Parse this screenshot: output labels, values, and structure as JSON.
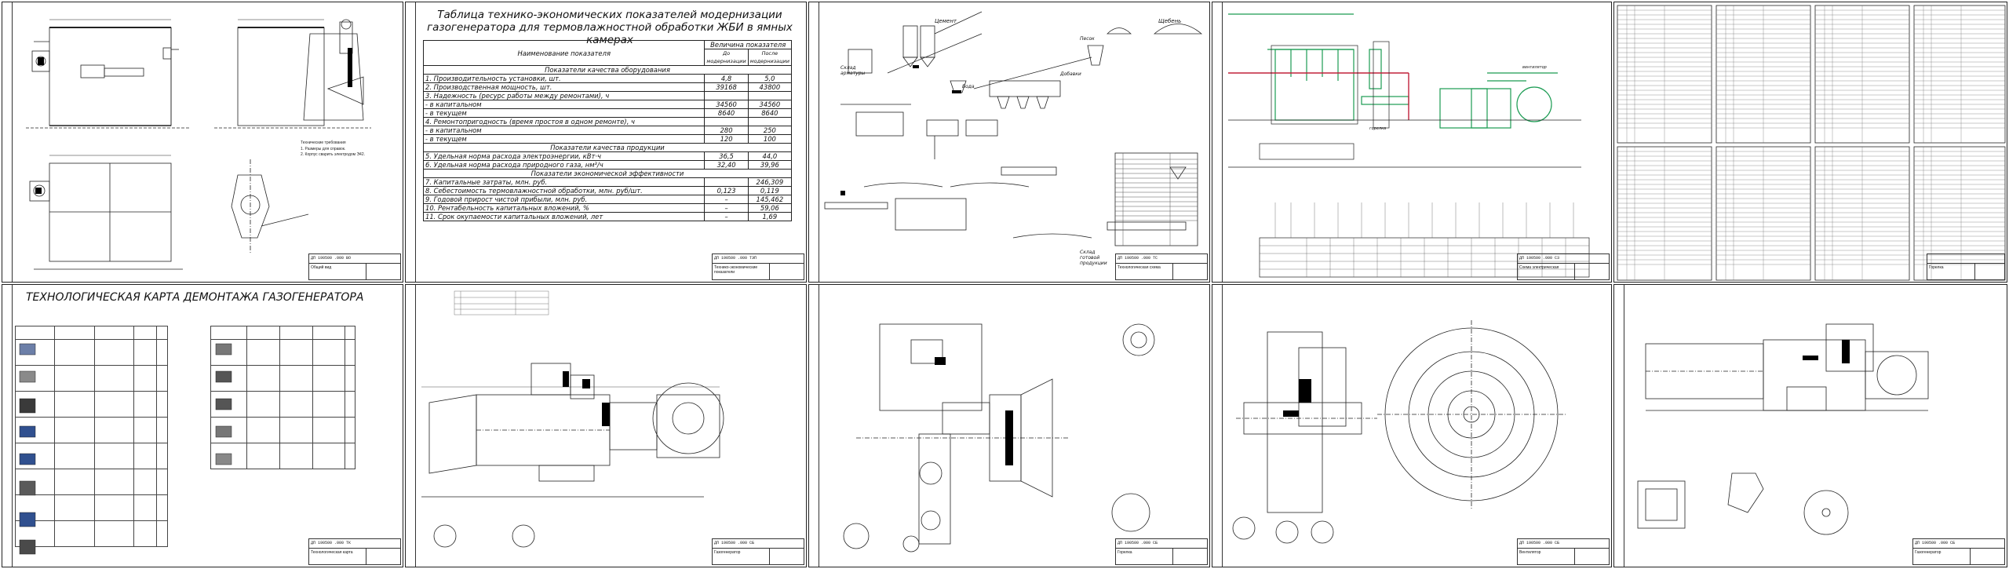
{
  "sheet_codes": {
    "s1": "ДП 190500 .000 ВО",
    "s2": "ДП 190500 .000 ТЭП",
    "s3": "ДП 190500 .000 ТС",
    "s4": "ДП 190500 .000 С3",
    "s6": "ДП 190500 .000 ТК",
    "s7": "ДП 190500 .000 СБ",
    "s8": "ДП 190500 .000 СБ",
    "s9": "ДП 190500 .000 СБ",
    "s10": "ДП 190500 .000 СБ"
  },
  "tep": {
    "title_line1": "Таблица технико-экономических показателей модернизации",
    "title_line2": "газогенератора для термовлажностной обработки ЖБИ в ямных камерах",
    "col_name": "Наименование показателя",
    "col_value": "Величина показателя",
    "col_before": "До модернизации",
    "col_after": "После модернизации",
    "sec1": "Показатели качества оборудования",
    "sec2": "Показатели качества продукции",
    "sec3": "Показатели экономической эффективности",
    "rows": [
      {
        "n": "1. Производительность установки, шт.",
        "a": "4,8",
        "b": "5,0"
      },
      {
        "n": "2. Производственная мощность, шт.",
        "a": "39168",
        "b": "43800"
      },
      {
        "n": "3. Надежность (ресурс работы между ремонтами), ч",
        "a": "",
        "b": ""
      },
      {
        "n": " - в капитальном",
        "a": "34560",
        "b": "34560"
      },
      {
        "n": " - в текущем",
        "a": "8640",
        "b": "8640"
      },
      {
        "n": "4. Ремонтопригодность (время простоя в одном ремонте), ч",
        "a": "",
        "b": ""
      },
      {
        "n": " - в капитальном",
        "a": "280",
        "b": "250"
      },
      {
        "n": " - в текущем",
        "a": "120",
        "b": "100"
      },
      {
        "n": "5. Удельная норма расхода электроэнергии, кВт·ч",
        "a": "36,5",
        "b": "44,0"
      },
      {
        "n": "6. Удельная норма расхода природного газа, нм³/ч",
        "a": "32,40",
        "b": "39,96"
      },
      {
        "n": "7. Капитальные затраты, млн. руб.",
        "a": "",
        "b": "246,309"
      },
      {
        "n": "8. Себестоимость термовлажностной обработки, млн. руб/шт.",
        "a": "0,123",
        "b": "0,119"
      },
      {
        "n": "9. Годовой прирост чистой прибыли, млн. руб.",
        "a": "–",
        "b": "145,462"
      },
      {
        "n": "10. Рентабельность капитальных вложений, %",
        "a": "–",
        "b": "59,06"
      },
      {
        "n": "11. Срок окупаемости капитальных вложений, лет",
        "a": "–",
        "b": "1,69"
      }
    ]
  },
  "scheme_labels": {
    "cement": "Цемент",
    "sklad_armatury": "Склад арматуры",
    "pesok": "Песок",
    "sheben": "Щебень",
    "voda": "Вода",
    "dobavki": "Добавки",
    "sklad_produkcii": "Склад готовой продукции"
  },
  "carta_title": "ТЕХНОЛОГИЧЕСКАЯ КАРТА ДЕМОНТАЖА ГАЗОГЕНЕРАТОРА",
  "stamp_texts": {
    "s1": "Общий вид",
    "s2": "Технико-экономические показатели",
    "s3": "Технологическая схема",
    "s4": "Схема электрическая",
    "s5": "Горелка",
    "s6": "Технологическая карта",
    "s7": "Газогенератор",
    "s8": "Горелка",
    "s9": "Вентилятор",
    "s10": "Газогенератор"
  },
  "side_labels": {
    "burner": "горелка",
    "ventilator": "вентилятор"
  }
}
